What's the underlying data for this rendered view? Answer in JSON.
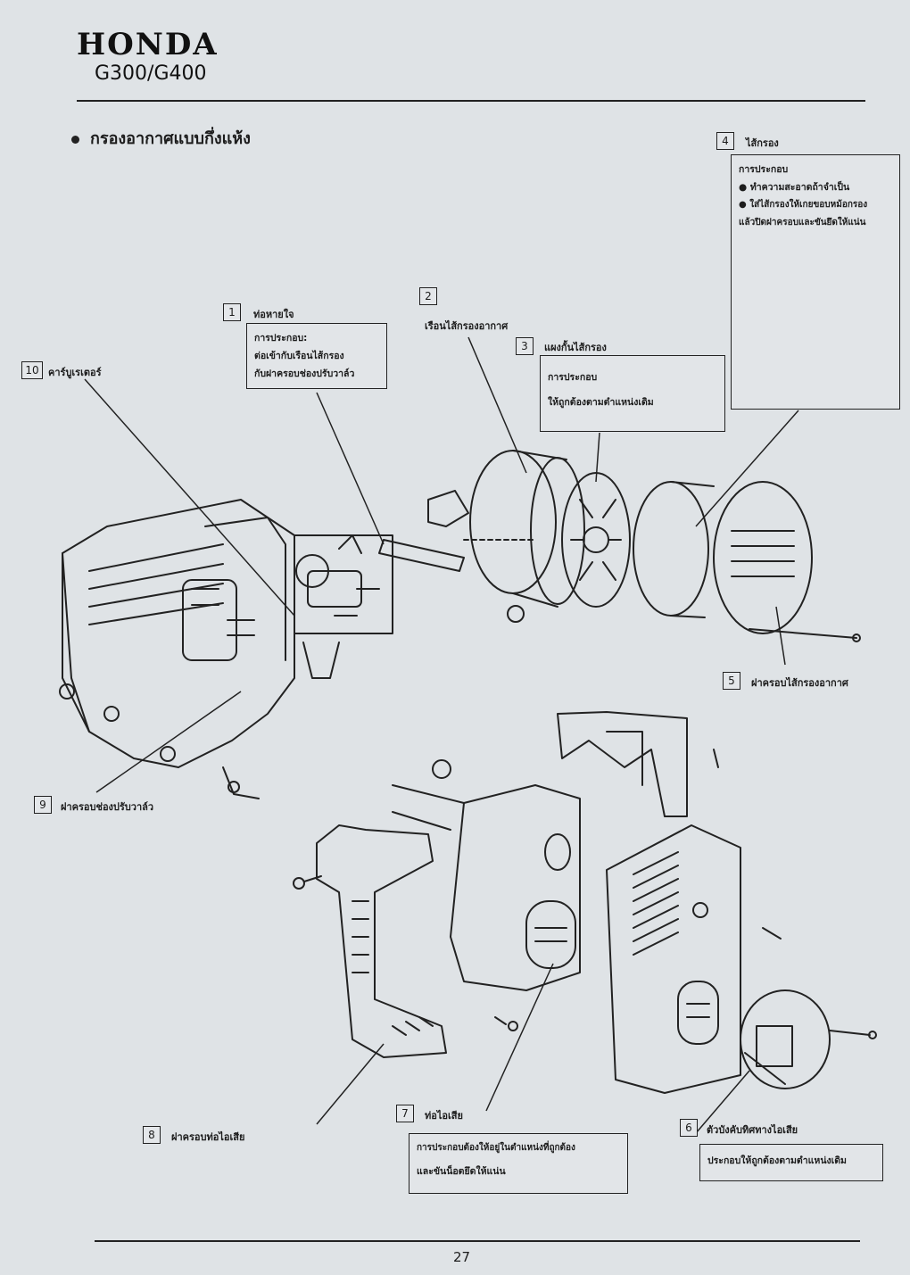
{
  "header": {
    "brand": "HONDA",
    "model": "G300/G400"
  },
  "section_title": "กรองอากาศแบบกึ่งแห้ง",
  "page_number": "27",
  "callouts": {
    "c1": {
      "num": "1",
      "label": "ท่อหายใจ"
    },
    "c2": {
      "num": "2",
      "label": "เรือนไส้กรองอากาศ"
    },
    "c3": {
      "num": "3",
      "label": "แผงกั้นไส้กรอง"
    },
    "c4": {
      "num": "4",
      "label": "ไส้กรอง"
    },
    "c5": {
      "num": "5",
      "label": "ฝาครอบไส้กรองอากาศ"
    },
    "c6": {
      "num": "6",
      "label": "ตัวบังคับทิศทางไอเสีย"
    },
    "c7": {
      "num": "7",
      "label": "ท่อไอเสีย"
    },
    "c8": {
      "num": "8",
      "label": "ฝาครอบท่อไอเสีย"
    },
    "c9": {
      "num": "9",
      "label": "ฝาครอบช่องปรับวาล์ว"
    },
    "c10": {
      "num": "10",
      "label": "คาร์บูเรเตอร์"
    }
  },
  "notes": {
    "n1": [
      "การประกอบ:",
      "ต่อเข้ากับเรือนไส้กรอง",
      "กับฝาครอบช่องปรับวาล์ว"
    ],
    "n3": [
      "การประกอบ",
      "ให้ถูกต้องตามตำแหน่งเดิม"
    ],
    "n4": [
      "การประกอบ",
      "● ทำความสะอาดถ้าจำเป็น",
      "● ใส่ไส้กรองให้เกยขอบหม้อกรอง",
      "แล้วปิดฝาครอบและขันยึดให้แน่น"
    ],
    "n6": [
      "ประกอบให้ถูกต้องตามตำแหน่งเดิม"
    ],
    "n7": [
      "การประกอบต้องให้อยู่ในตำแหน่งที่ถูกต้อง",
      "และขันน็อตยึดให้แน่น"
    ]
  }
}
